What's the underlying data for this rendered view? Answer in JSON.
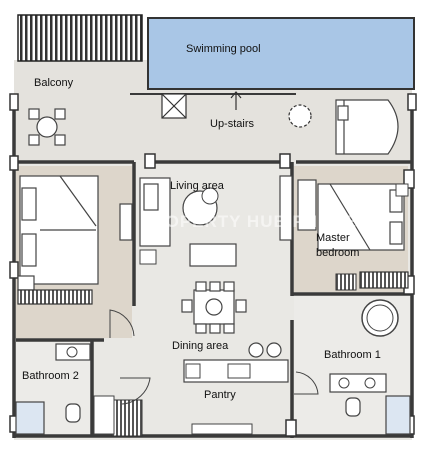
{
  "floor_plan": {
    "watermark": "PROPERTY HUB PHUKET",
    "colors": {
      "wall": "#3a3a3a",
      "balcony_floor": "#e4e2dd",
      "living_floor": "#e9e8e4",
      "bedroom_floor": "#ddd6cb",
      "bathroom_floor": "#ecebe8",
      "pool": "#a9c6e6",
      "furniture": "#ffffff",
      "outline": "#444444"
    },
    "rooms": {
      "pool": "Swimming pool",
      "balcony": "Balcony",
      "upstairs": "Up-stairs",
      "living": "Living area",
      "master_line1": "Master",
      "master_line2": "bedroom",
      "dining": "Dining area",
      "bathroom1": "Bathroom 1",
      "bathroom2": "Bathroom 2",
      "pantry": "Pantry"
    }
  }
}
